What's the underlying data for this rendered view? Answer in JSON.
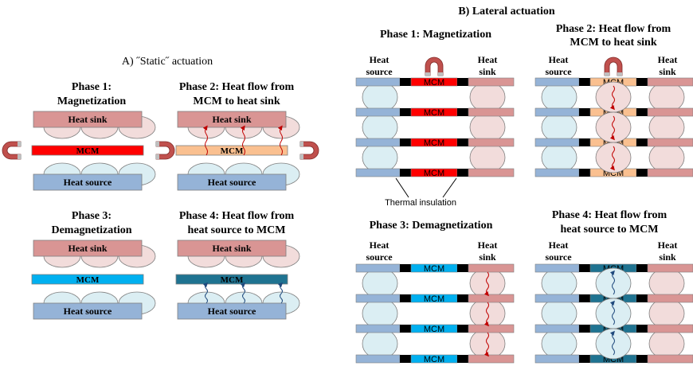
{
  "colors": {
    "heat_sink_fill": "#d99594",
    "heat_sink_circle": "#f2dcdb",
    "heat_source_fill": "#95b3d7",
    "heat_source_circle": "#dbeef3",
    "mcm_magnetized": "#ff0000",
    "mcm_hot": "#fac090",
    "mcm_demagnetized": "#00b0f0",
    "mcm_cold": "#1f7391",
    "insulation": "#000000",
    "magnet": "#c0504d",
    "arrow_hot": "#c00000",
    "arrow_cold": "#1f497d"
  },
  "static": {
    "title": "A) ˝Static˝ actuation",
    "phase1_l1": "Phase 1:",
    "phase1_l2": "Magnetization",
    "phase2_l1": "Phase 2: Heat flow from",
    "phase2_l2": "MCM to heat sink",
    "phase3_l1": "Phase 3:",
    "phase3_l2": "Demagnetization",
    "phase4_l1": "Phase 4: Heat flow from",
    "phase4_l2": "heat source to MCM",
    "sink_label": "Heat sink",
    "source_label": "Heat source",
    "mcm_label": "MCM"
  },
  "lateral": {
    "title": "B) Lateral actuation",
    "phase1": "Phase 1: Magnetization",
    "phase2_l1": "Phase 2: Heat flow from",
    "phase2_l2": "MCM to heat sink",
    "phase3": "Phase 3: Demagnetization",
    "phase4_l1": "Phase 4: Heat flow from",
    "phase4_l2": "heat source to MCM",
    "heat": "Heat",
    "source": "source",
    "sink": "sink",
    "mcm_label": "MCM",
    "insulation_label": "Thermal insulation"
  }
}
